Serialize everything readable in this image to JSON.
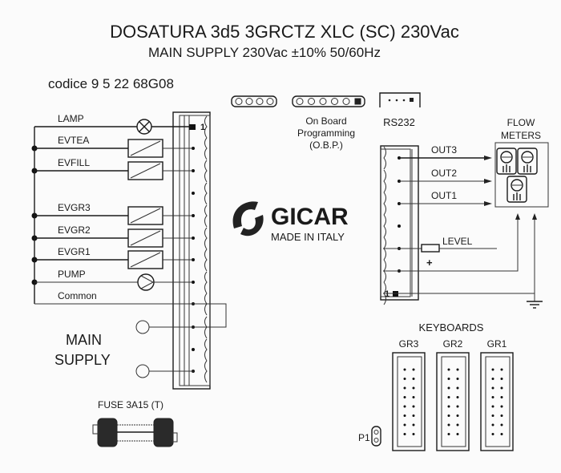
{
  "title": "DOSATURA 3d5 3GRCTZ XLC (SC) 230Vac",
  "subtitle": "MAIN SUPPLY 230Vac ±10% 50/60Hz",
  "code": "codice 9 5 22 68G08",
  "left_loads": [
    {
      "label": "LAMP",
      "symbol": "lamp"
    },
    {
      "label": "EVTEA",
      "symbol": "valve"
    },
    {
      "label": "EVFILL",
      "symbol": "valve"
    },
    {
      "label": "EVGR3",
      "symbol": "valve"
    },
    {
      "label": "EVGR2",
      "symbol": "valve"
    },
    {
      "label": "EVGR1",
      "symbol": "valve"
    },
    {
      "label": "PUMP",
      "symbol": "pump"
    },
    {
      "label": "Common",
      "symbol": "none"
    }
  ],
  "left_pin1": "1",
  "main_supply": [
    "MAIN",
    "SUPPLY"
  ],
  "obp": [
    "On Board",
    "Programming",
    "(O.B.P.)"
  ],
  "rs232": "RS232",
  "logo": {
    "brand": "GICAR",
    "tagline": "MADE IN ITALY"
  },
  "flow_meters": [
    "FLOW",
    "METERS"
  ],
  "outputs": [
    "OUT3",
    "OUT2",
    "OUT1"
  ],
  "level": "LEVEL",
  "level_plus": "+",
  "right_pin1": "1",
  "keyboards": {
    "title": "KEYBOARDS",
    "groups": [
      "GR3",
      "GR2",
      "GR1"
    ]
  },
  "p1": "P1",
  "fuse": "FUSE 3A15 (T)"
}
